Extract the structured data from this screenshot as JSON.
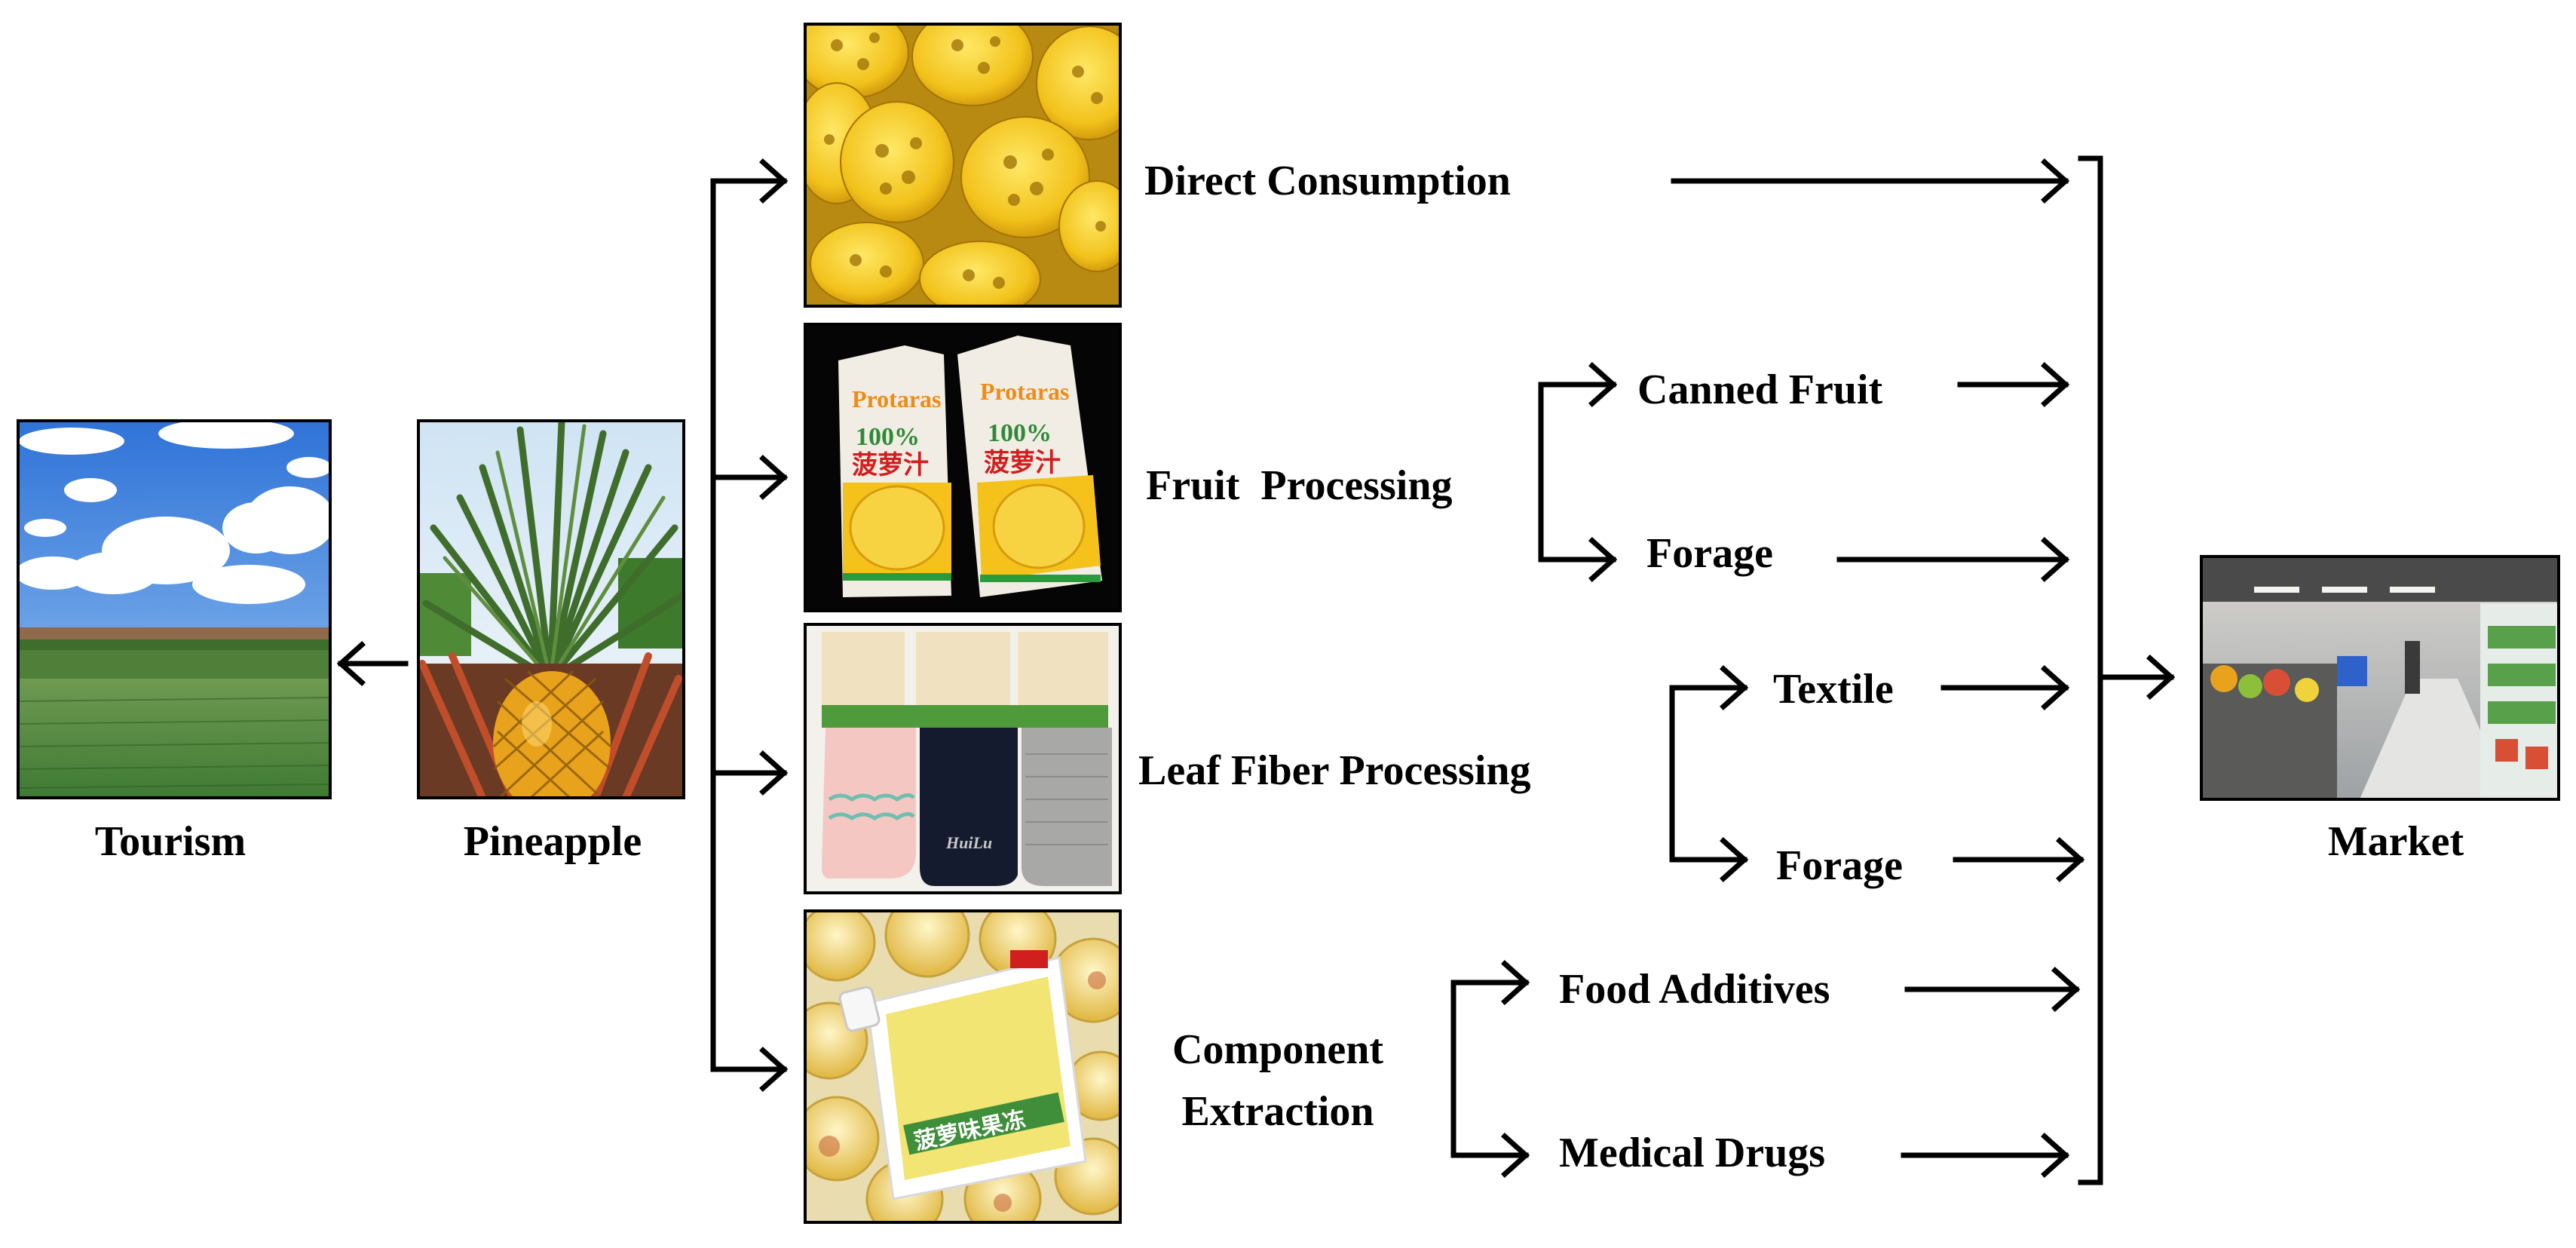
{
  "nodes": {
    "tourism": "Tourism",
    "pineapple": "Pineapple",
    "market": "Market",
    "direct_consumption": "Direct Consumption",
    "fruit_processing": "Fruit  Processing",
    "leaf_fiber_processing": "Leaf Fiber Processing",
    "component_extraction_1": "Component",
    "component_extraction_2": "Extraction",
    "canned_fruit": "Canned Fruit",
    "forage_fruit": "Forage",
    "textile": "Textile",
    "forage_leaf": "Forage",
    "food_additives": "Food Additives",
    "medical_drugs": "Medical Drugs"
  },
  "photo_labels": {
    "juice_brand": "Protaras",
    "juice_percent": "100%",
    "juice_cn": "菠萝汁",
    "jelly_cn": "菠萝味果冻",
    "sock_brand": "HuiLu"
  }
}
